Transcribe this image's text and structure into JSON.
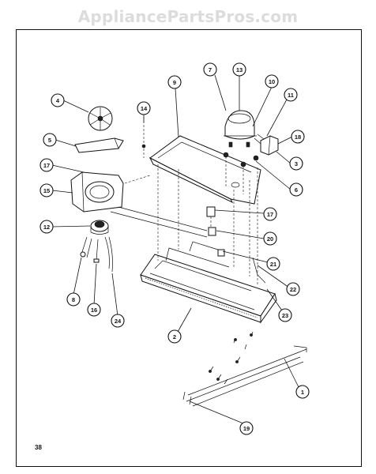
{
  "watermark": "AppliancePartsPros.com",
  "page_number": "38",
  "callouts": [
    {
      "id": "c4",
      "label": "4"
    },
    {
      "id": "c5",
      "label": "5"
    },
    {
      "id": "c17a",
      "label": "17"
    },
    {
      "id": "c15",
      "label": "15"
    },
    {
      "id": "c12",
      "label": "12"
    },
    {
      "id": "c8",
      "label": "8"
    },
    {
      "id": "c16",
      "label": "16"
    },
    {
      "id": "c24",
      "label": "24"
    },
    {
      "id": "c14",
      "label": "14"
    },
    {
      "id": "c9",
      "label": "9"
    },
    {
      "id": "c7",
      "label": "7"
    },
    {
      "id": "c13",
      "label": "13"
    },
    {
      "id": "c10",
      "label": "10"
    },
    {
      "id": "c11",
      "label": "11"
    },
    {
      "id": "c18",
      "label": "18"
    },
    {
      "id": "c3",
      "label": "3"
    },
    {
      "id": "c6",
      "label": "6"
    },
    {
      "id": "c17b",
      "label": "17"
    },
    {
      "id": "c20",
      "label": "20"
    },
    {
      "id": "c21",
      "label": "21"
    },
    {
      "id": "c22",
      "label": "22"
    },
    {
      "id": "c23",
      "label": "23"
    },
    {
      "id": "c2",
      "label": "2"
    },
    {
      "id": "c1",
      "label": "1"
    },
    {
      "id": "c19",
      "label": "19"
    }
  ]
}
